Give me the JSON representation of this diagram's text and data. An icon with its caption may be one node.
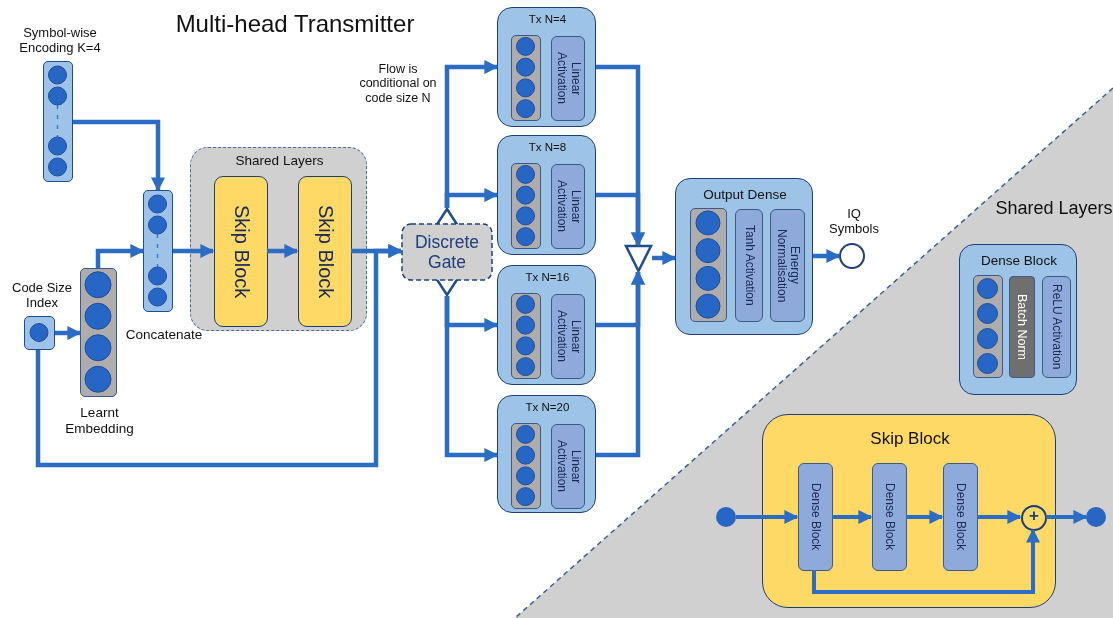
{
  "diagram": {
    "title": "Multi-head Transmitter",
    "nodes": [
      {
        "text": [
          "Symbol-wise Encoding K=4"
        ]
      },
      {
        "text": [
          "Code Size Index"
        ]
      },
      {
        "text": [
          "Learnt Embedding"
        ]
      },
      {
        "text": [
          "Concatenate"
        ]
      },
      {
        "text": [
          "Shared Layers"
        ]
      },
      {
        "text": [
          "Skip Block"
        ],
        "in": 4
      },
      {
        "text": [
          "Skip Block"
        ],
        "in": 4
      },
      {
        "text": [
          "Discrete Gate"
        ]
      },
      {
        "text": [
          "Tx N=4"
        ]
      },
      {
        "text": [
          "Linear Activation"
        ],
        "in": 8
      },
      {
        "text": [
          "Tx N=8"
        ]
      },
      {
        "text": [
          "Linear Activation"
        ],
        "in": 10
      },
      {
        "text": [
          "Tx N=16"
        ]
      },
      {
        "text": [
          "Linear Activation"
        ],
        "in": 12
      },
      {
        "text": [
          "Tx N=20"
        ]
      },
      {
        "text": [
          "Linear Activation"
        ],
        "in": 14
      },
      {
        "text": [],
        "shape": "triangle"
      },
      {
        "text": [
          "Output Dense"
        ]
      },
      {
        "text": [
          "Tanh Activation"
        ],
        "in": 17
      },
      {
        "text": [
          "Energy Normalisation"
        ],
        "in": 17
      },
      {
        "text": [
          "IQ Symbols"
        ]
      },
      {
        "text": [
          "Shared Layers"
        ]
      },
      {
        "text": [
          "Dense Block"
        ],
        "in": 21
      },
      {
        "text": [
          "Batch Norm"
        ],
        "in": 22
      },
      {
        "text": [
          "ReLU Activation"
        ],
        "in": 22
      },
      {
        "text": [
          "Skip Block"
        ],
        "in": 21
      },
      {
        "text": [],
        "shape": "circle",
        "in": 21
      },
      {
        "text": [
          "Dense Block"
        ],
        "in": 25
      },
      {
        "text": [
          "Dense Block"
        ],
        "in": 25
      },
      {
        "text": [
          "Dense Block"
        ],
        "in": 25
      },
      {
        "text": [
          "+"
        ],
        "in": 25
      },
      {
        "text": [],
        "shape": "circle",
        "in": 21
      }
    ],
    "edges": [
      {
        "from": 0,
        "to": 3,
        "arrow": "to"
      },
      {
        "from": 2,
        "to": 3,
        "arrow": "to"
      },
      {
        "from": 1,
        "to": 2,
        "arrow": "to"
      },
      {
        "from": 3,
        "to": 5,
        "arrow": "to"
      },
      {
        "from": 5,
        "to": 6,
        "arrow": "to"
      },
      {
        "from": 6,
        "to": 7,
        "arrow": "to"
      },
      {
        "from": 1,
        "to": 7,
        "arrow": "to"
      },
      {
        "from": 7,
        "to": 8,
        "arrow": "to"
      },
      {
        "from": 7,
        "to": 10,
        "arrow": "to"
      },
      {
        "from": 7,
        "to": 12,
        "arrow": "to"
      },
      {
        "from": 7,
        "to": 14,
        "arrow": "to"
      },
      {
        "from": 8,
        "to": 16,
        "arrow": "to"
      },
      {
        "from": 10,
        "to": 16,
        "arrow": "to"
      },
      {
        "from": 12,
        "to": 16,
        "arrow": "to"
      },
      {
        "from": 14,
        "to": 16,
        "arrow": "to"
      },
      {
        "from": 16,
        "to": 17,
        "arrow": "to"
      },
      {
        "from": 17,
        "to": 20,
        "arrow": "to"
      },
      {
        "from": 26,
        "to": 27,
        "arrow": "to"
      },
      {
        "from": 27,
        "to": 28,
        "arrow": "to"
      },
      {
        "from": 28,
        "to": 29,
        "arrow": "to"
      },
      {
        "from": 29,
        "to": 30,
        "arrow": "to"
      },
      {
        "from": 27,
        "to": 30,
        "arrow": "to"
      },
      {
        "from": 30,
        "to": 31,
        "arrow": "to"
      }
    ],
    "labels": [
      "Flow is conditional on code size N"
    ]
  }
}
